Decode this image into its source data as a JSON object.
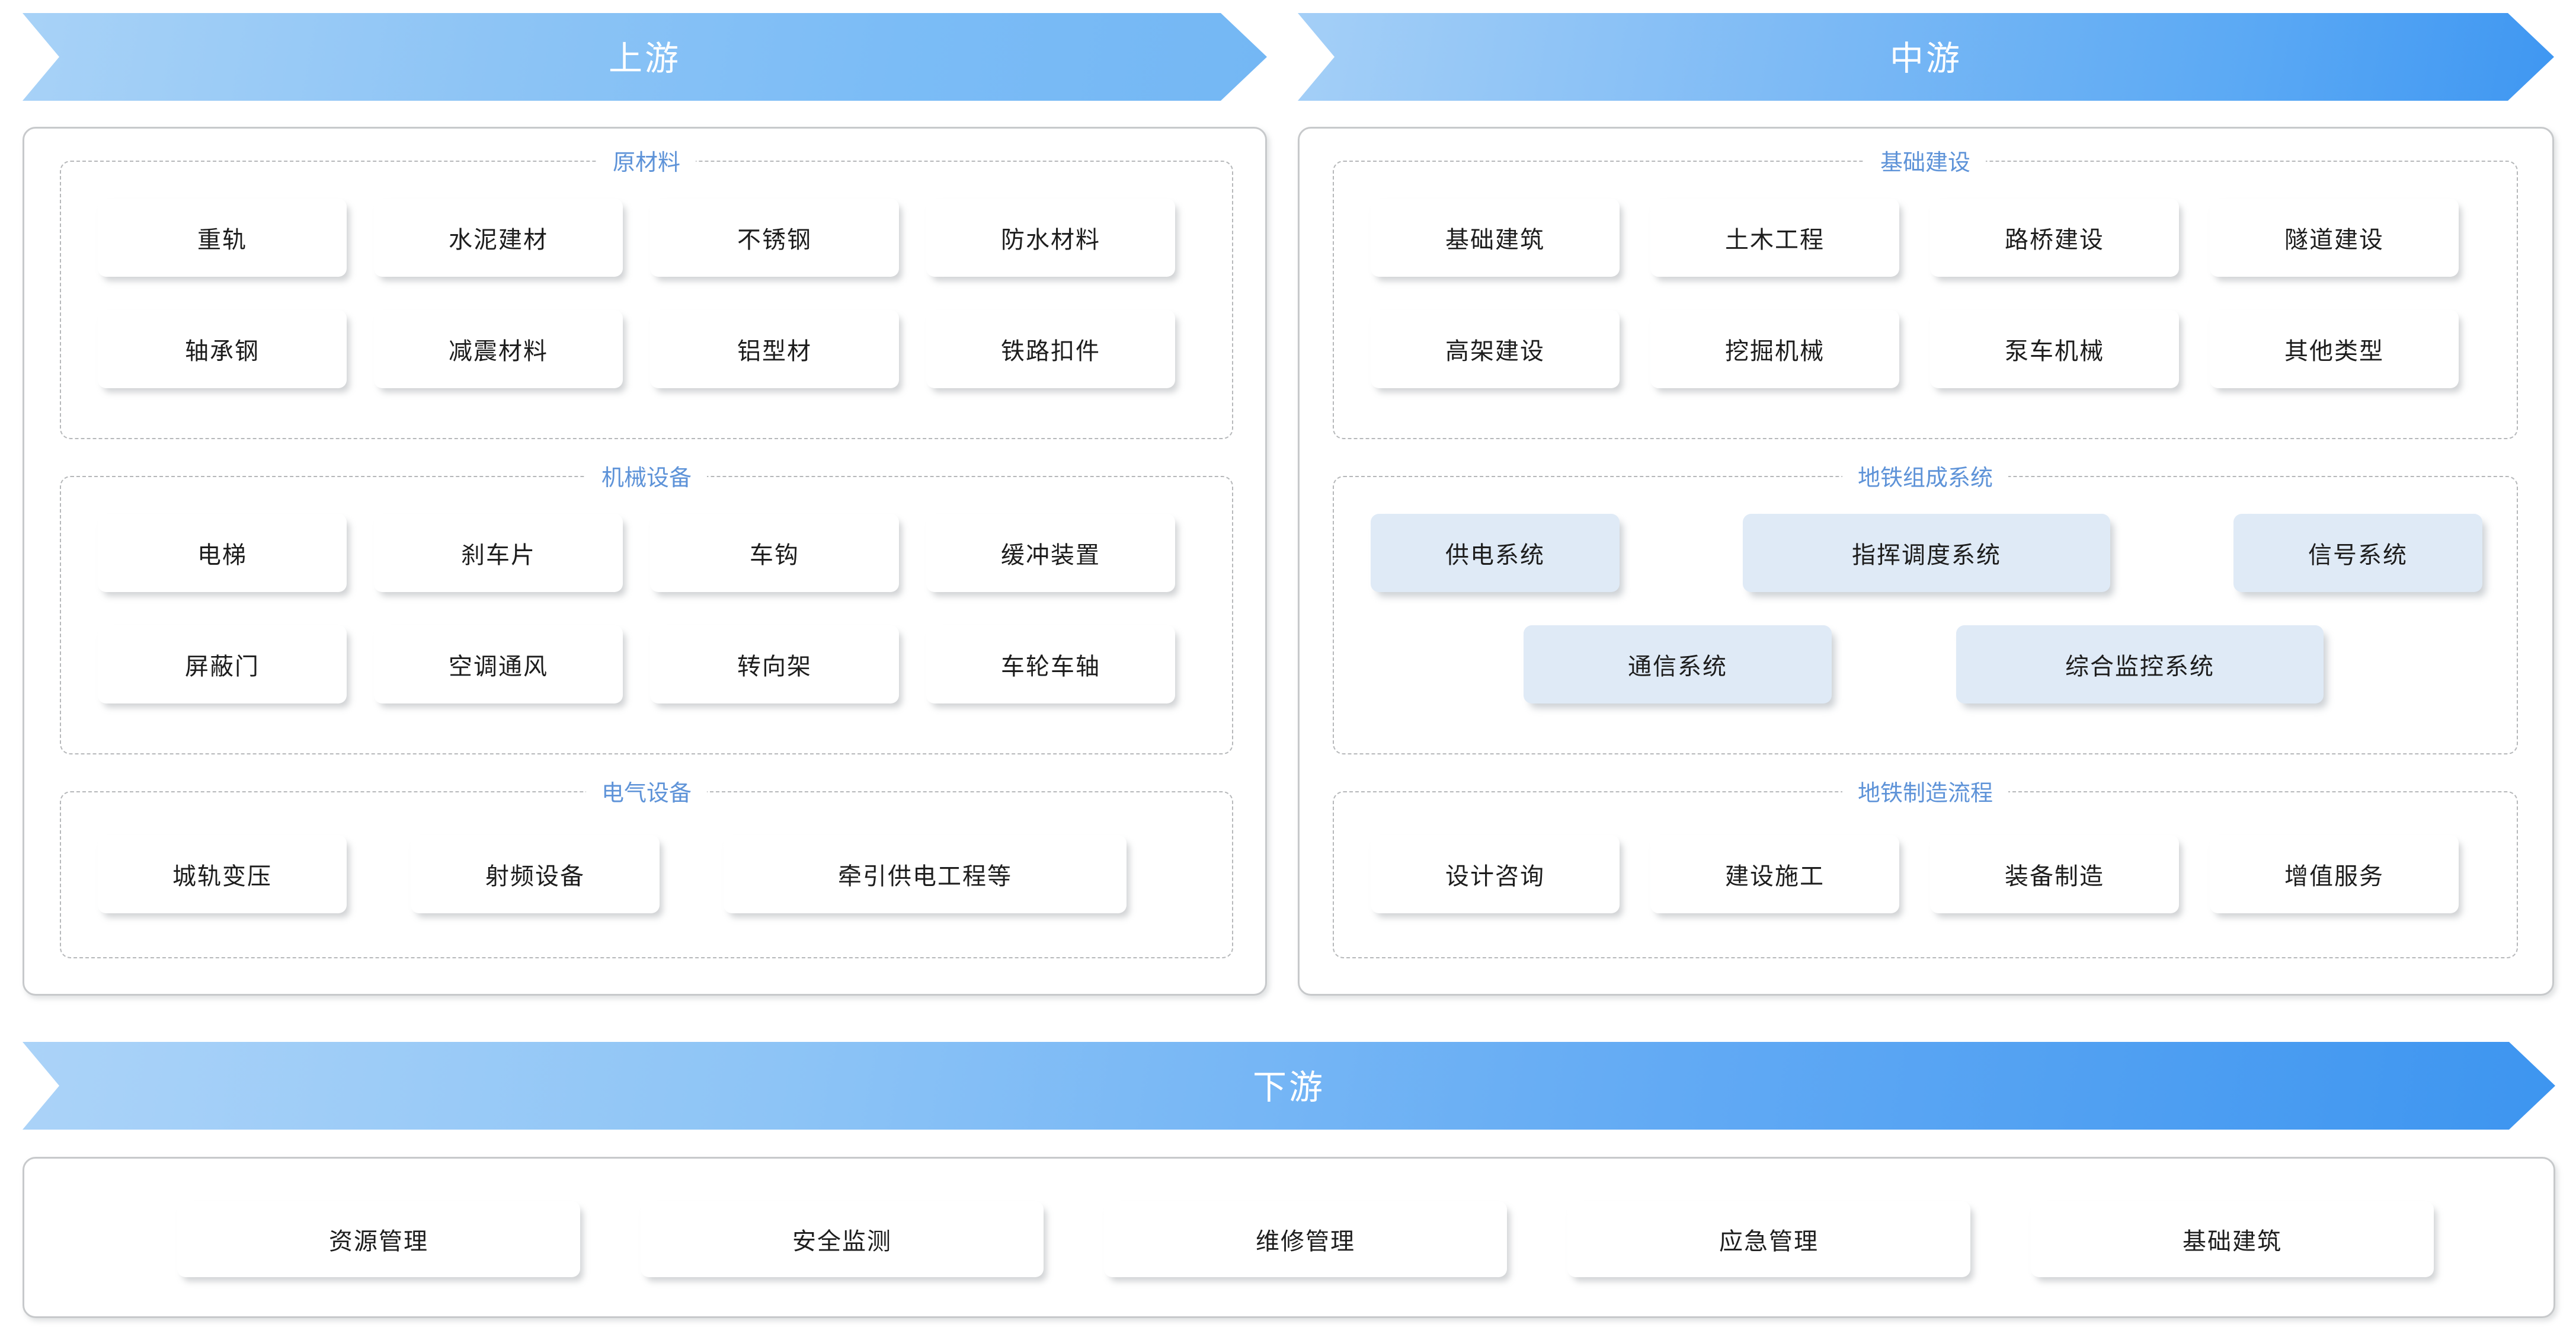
{
  "banners": {
    "upstream": "上游",
    "midstream": "中游",
    "downstream": "下游"
  },
  "colors": {
    "banner_light": "#a8d2f7",
    "banner_strong": "#3d95f0",
    "group_title": "#5e93d8",
    "card_bg": "#ffffff",
    "card_blue_bg": "#dfeaf6",
    "panel_border": "#c7c9cb",
    "group_border": "#b6b8ba"
  },
  "upstream": {
    "groups": [
      {
        "title": "原材料",
        "rows": [
          [
            "重轨",
            "水泥建材",
            "不锈钢",
            "防水材料"
          ],
          [
            "轴承钢",
            "减震材料",
            "铝型材",
            "铁路扣件"
          ]
        ]
      },
      {
        "title": "机械设备",
        "rows": [
          [
            "电梯",
            "刹车片",
            "车钩",
            "缓冲装置"
          ],
          [
            "屏蔽门",
            "空调通风",
            "转向架",
            "车轮车轴"
          ]
        ]
      },
      {
        "title": "电气设备",
        "rows": [
          [
            "城轨变压",
            "射频设备",
            "牵引供电工程等"
          ]
        ]
      }
    ]
  },
  "midstream": {
    "groups": [
      {
        "title": "基础建设",
        "rows": [
          [
            "基础建筑",
            "土木工程",
            "路桥建设",
            "隧道建设"
          ],
          [
            "高架建设",
            "挖掘机械",
            "泵车机械",
            "其他类型"
          ]
        ]
      },
      {
        "title": "地铁组成系统",
        "rows": [
          [
            "供电系统",
            "指挥调度系统",
            "信号系统"
          ],
          [
            "通信系统",
            "综合监控系统"
          ]
        ]
      },
      {
        "title": "地铁制造流程",
        "rows": [
          [
            "设计咨询",
            "建设施工",
            "装备制造",
            "增值服务"
          ]
        ]
      }
    ]
  },
  "downstream": {
    "items": [
      "资源管理",
      "安全监测",
      "维修管理",
      "应急管理",
      "基础建筑"
    ]
  }
}
